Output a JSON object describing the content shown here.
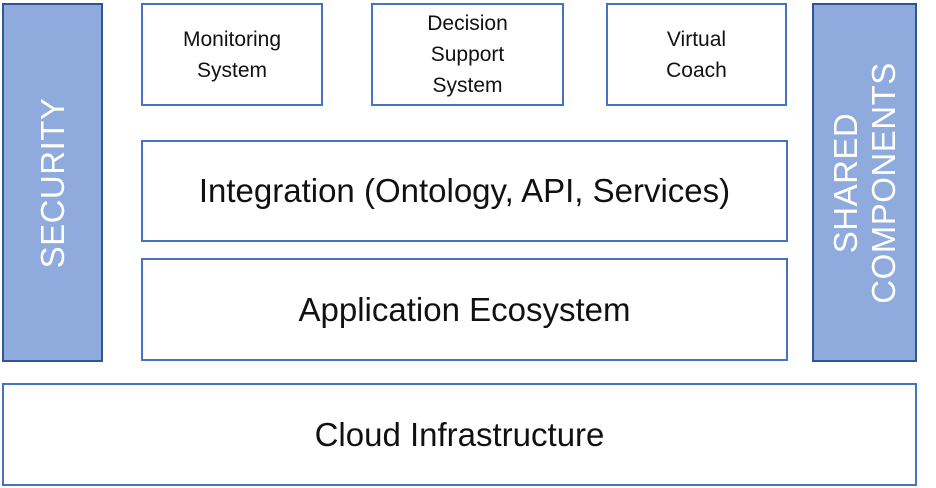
{
  "side_panels": {
    "left": {
      "label": "SECURITY"
    },
    "right": {
      "line1": "SHARED",
      "line2": "COMPONENTS"
    }
  },
  "top_row": [
    {
      "lines": [
        "Monitoring",
        "System"
      ]
    },
    {
      "lines": [
        "Decision",
        "Support",
        "System"
      ]
    },
    {
      "lines": [
        "Virtual",
        "Coach"
      ]
    }
  ],
  "layers": {
    "integration": "Integration (Ontology, API, Services)",
    "application": "Application Ecosystem",
    "cloud": "Cloud Infrastructure"
  },
  "colors": {
    "side_fill": "#8faadc",
    "side_border": "#2f5597",
    "box_border": "#4472c4",
    "side_text": "#ffffff"
  }
}
